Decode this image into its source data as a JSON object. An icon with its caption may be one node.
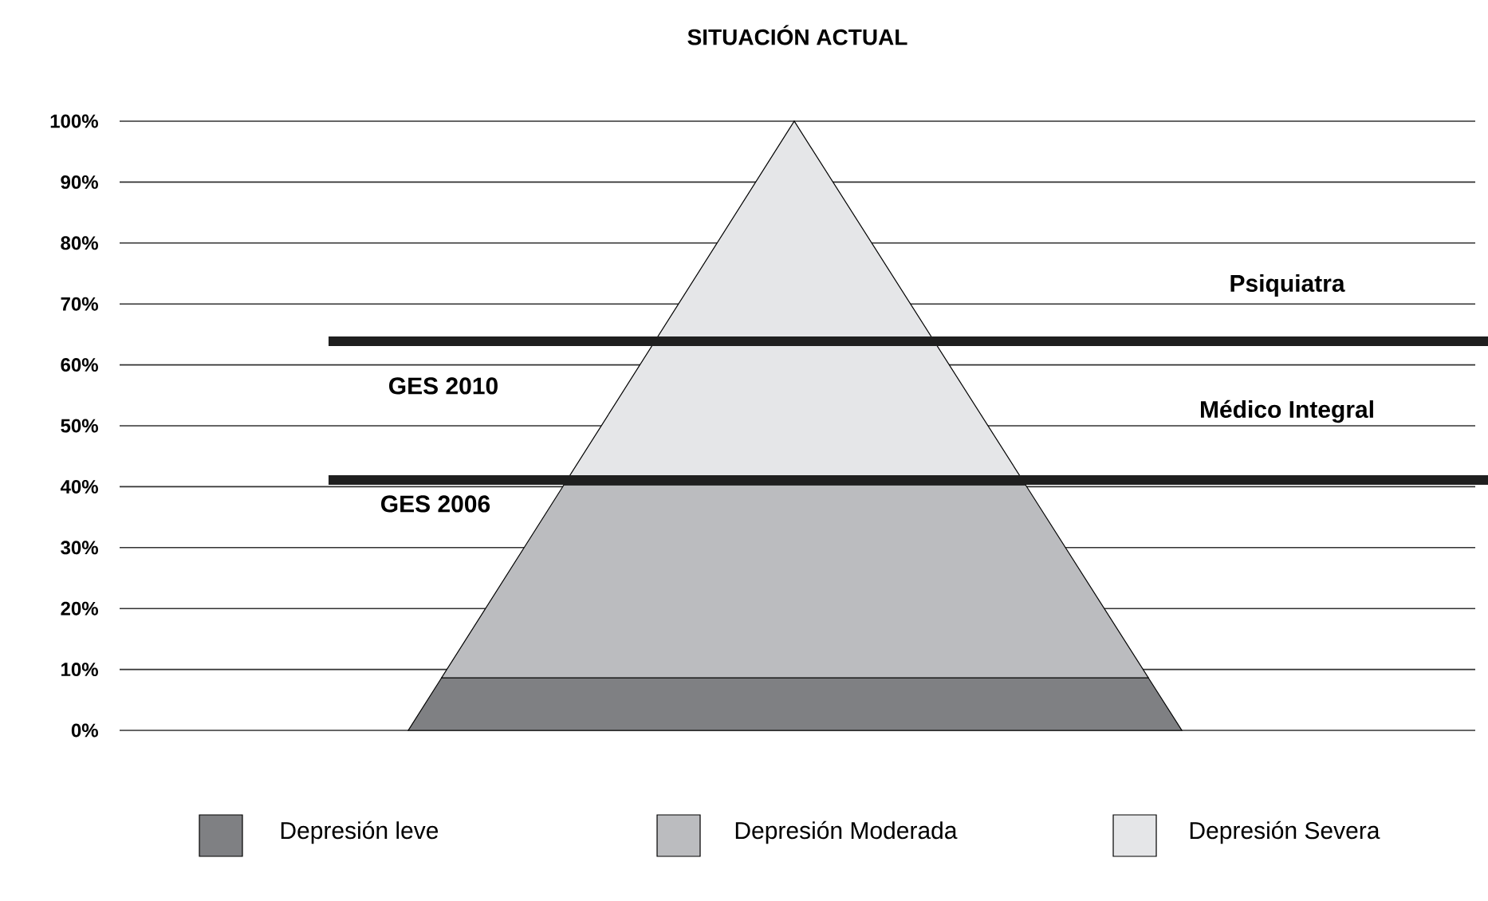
{
  "diagram": {
    "title": "SITUACIÓN ACTUAL",
    "labels": [
      "100%",
      "90%",
      "80%",
      "70%",
      "60%",
      "50%",
      "40%",
      "30%",
      "20%",
      "10%",
      "0%",
      "Psiquiatra",
      "GES 2010",
      "Médico Integral",
      "GES 2006"
    ],
    "legend": [
      {
        "text": "Depresión leve",
        "color": "#7f8083"
      },
      {
        "text": "Depresión Moderada",
        "color": "#bbbcbf"
      },
      {
        "text": "Depresión Severa",
        "color": "#e5e6e8"
      }
    ]
  }
}
